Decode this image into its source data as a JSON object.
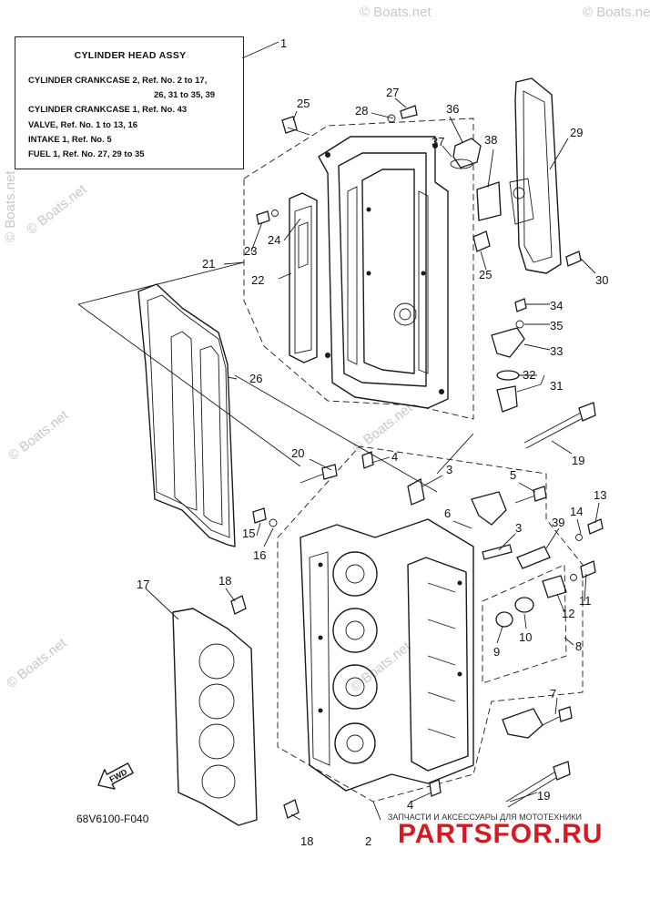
{
  "legend": {
    "title": "CYLINDER HEAD ASSY",
    "lines": [
      "CYLINDER CRANKCASE 2,    Ref. No. 2 to 17,",
      "26, 31 to 35, 39",
      "CYLINDER CRANKCASE 1,    Ref. No. 43",
      "VALVE,   Ref. No. 1 to 13, 16",
      "INTAKE 1,   Ref. No. 5",
      "FUEL 1,   Ref. No. 27, 29 to 35"
    ]
  },
  "callouts": [
    "1",
    "2",
    "3",
    "3",
    "4",
    "4",
    "5",
    "6",
    "7",
    "8",
    "9",
    "10",
    "11",
    "12",
    "13",
    "14",
    "15",
    "16",
    "17",
    "18",
    "18",
    "19",
    "19",
    "20",
    "21",
    "22",
    "23",
    "24",
    "25",
    "25",
    "26",
    "27",
    "28",
    "29",
    "30",
    "31",
    "32",
    "33",
    "34",
    "35",
    "36",
    "37",
    "38",
    "39"
  ],
  "watermarks": [
    "© Boats.net",
    "© Boats.net",
    "© Boats.net",
    "© Boats.net",
    "© Boats.net",
    "© Boats.net",
    "© Boats.net",
    "© Boats.net"
  ],
  "fwd_label": "FWD",
  "drawing_code": "68V6100-F040",
  "brand_tagline": "ЗАПЧАСТИ И АКСЕССУАРЫ ДЛЯ МОТОТЕХНИКИ",
  "brand_name": "PARTSFOR.RU"
}
